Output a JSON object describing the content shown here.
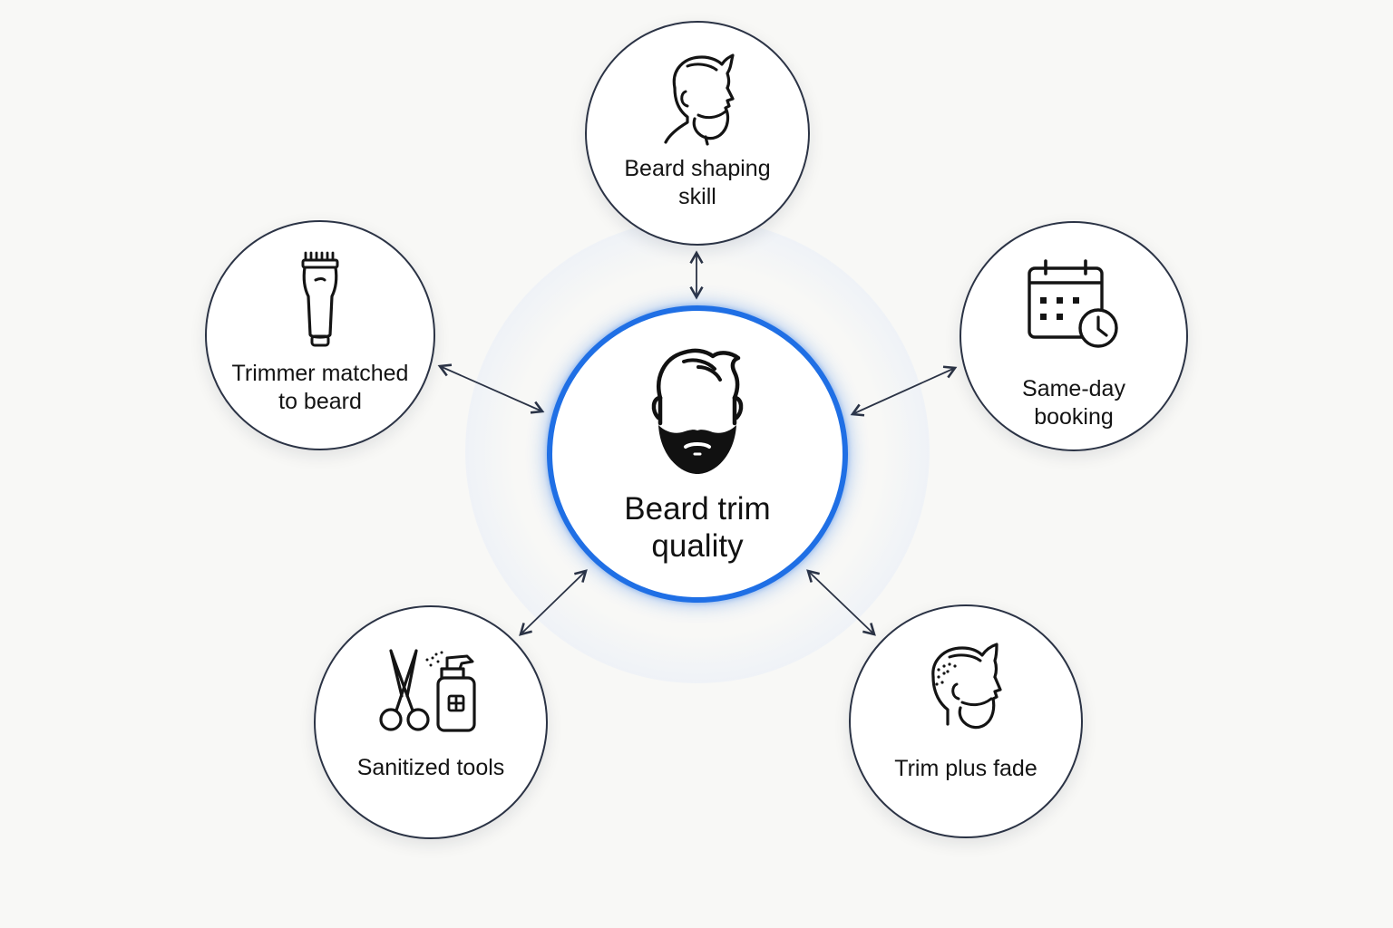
{
  "center": {
    "label": "Beard trim\nquality",
    "icon": "bearded-face-icon",
    "accent_color": "#1f6fe5"
  },
  "nodes": [
    {
      "id": "beard-shaping-skill",
      "label": "Beard shaping\nskill",
      "icon": "bearded-profile-icon"
    },
    {
      "id": "same-day-booking",
      "label": "Same-day\nbooking",
      "icon": "calendar-clock-icon"
    },
    {
      "id": "trim-plus-fade",
      "label": "Trim plus fade",
      "icon": "fade-haircut-profile-icon"
    },
    {
      "id": "sanitized-tools",
      "label": "Sanitized tools",
      "icon": "scissors-spray-icon"
    },
    {
      "id": "trimmer-matched-to-beard",
      "label": "Trimmer matched\nto beard",
      "icon": "hair-trimmer-icon"
    }
  ],
  "colors": {
    "background": "#f8f8f6",
    "outline": "#2b3345",
    "accent": "#1f6fe5"
  }
}
